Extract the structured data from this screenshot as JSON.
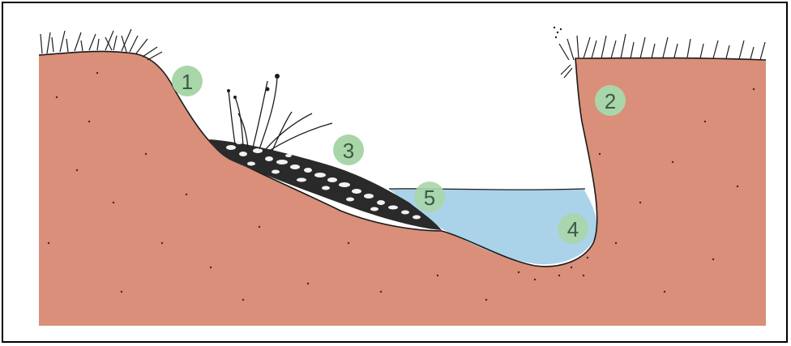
{
  "labels": [
    "1",
    "2",
    "3",
    "4",
    "5"
  ],
  "colors": {
    "soil": "#d98f79",
    "soil_dark": "#c97c67",
    "water": "#aad3ea",
    "water_edge": "#1a1a1a",
    "badge": "#a9d6a9",
    "badge_text": "#3d5a44",
    "gravel": "#2a2a2a",
    "grass": "#1c1c1c"
  }
}
